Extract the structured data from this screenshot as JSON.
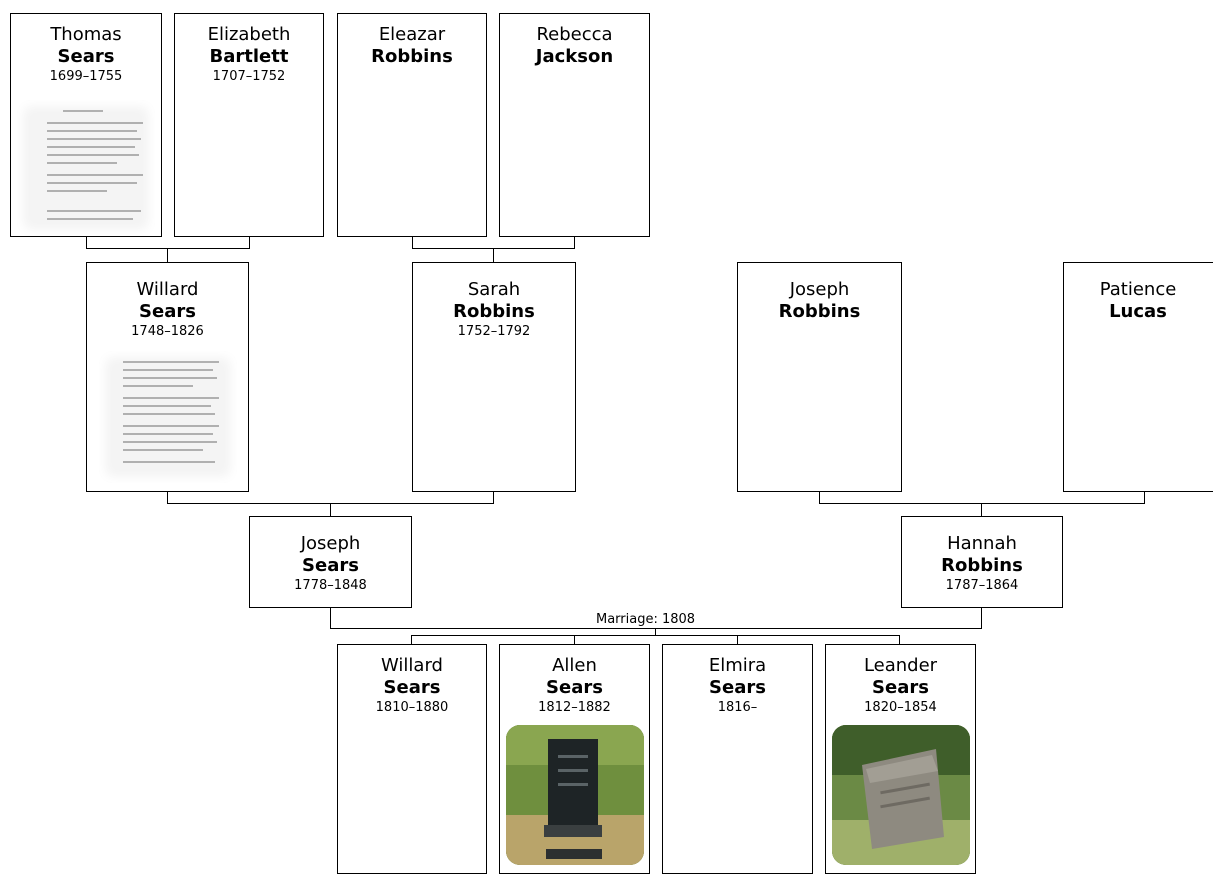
{
  "generation_great_grandparents": [
    {
      "given": "Thomas",
      "surname": "Sears",
      "dates": "1699–1755",
      "image": "document-scan"
    },
    {
      "given": "Elizabeth",
      "surname": "Bartlett",
      "dates": "1707–1752",
      "image": ""
    },
    {
      "given": "Eleazar",
      "surname": "Robbins",
      "dates": "",
      "image": ""
    },
    {
      "given": "Rebecca",
      "surname": "Jackson",
      "dates": "",
      "image": ""
    }
  ],
  "generation_grandparents": [
    {
      "given": "Willard",
      "surname": "Sears",
      "dates": "1748–1826",
      "image": "document-scan"
    },
    {
      "given": "Sarah",
      "surname": "Robbins",
      "dates": "1752–1792",
      "image": ""
    },
    {
      "given": "Joseph",
      "surname": "Robbins",
      "dates": "",
      "image": ""
    },
    {
      "given": "Patience",
      "surname": "Lucas",
      "dates": "",
      "image": ""
    }
  ],
  "generation_parents": [
    {
      "given": "Joseph",
      "surname": "Sears",
      "dates": "1778–1848"
    },
    {
      "given": "Hannah",
      "surname": "Robbins",
      "dates": "1787–1864"
    }
  ],
  "marriage_label": "Marriage: 1808",
  "generation_children": [
    {
      "given": "Willard",
      "surname": "Sears",
      "dates": "1810–1880",
      "image": ""
    },
    {
      "given": "Allen",
      "surname": "Sears",
      "dates": "1812–1882",
      "image": "gravestone-photo"
    },
    {
      "given": "Elmira",
      "surname": "Sears",
      "dates": "1816–",
      "image": ""
    },
    {
      "given": "Leander",
      "surname": "Sears",
      "dates": "1820–1854",
      "image": "gravestone-photo"
    }
  ]
}
